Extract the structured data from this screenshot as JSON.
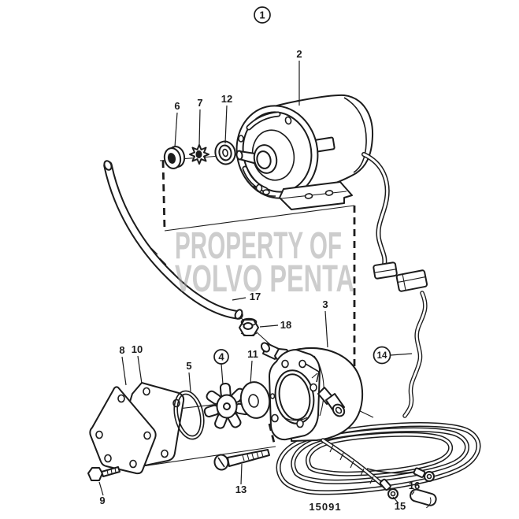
{
  "diagram": {
    "watermark": {
      "line1": "PROPERTY OF",
      "line2": "VOLVO PENTA"
    },
    "drawing_number": "15091",
    "callouts": {
      "p1": "1",
      "p2": "2",
      "p3": "3",
      "p4": "4",
      "p5": "5",
      "p6": "6",
      "p7": "7",
      "p8": "8",
      "p9": "9",
      "p10": "10",
      "p11": "11",
      "p12": "12",
      "p13": "13",
      "p14": "14",
      "p15": "15",
      "p16": "16",
      "p17": "17",
      "p18": "18"
    },
    "colors": {
      "line": "#1c1c1c",
      "watermark": "#a6a6a6",
      "background": "#ffffff"
    }
  }
}
